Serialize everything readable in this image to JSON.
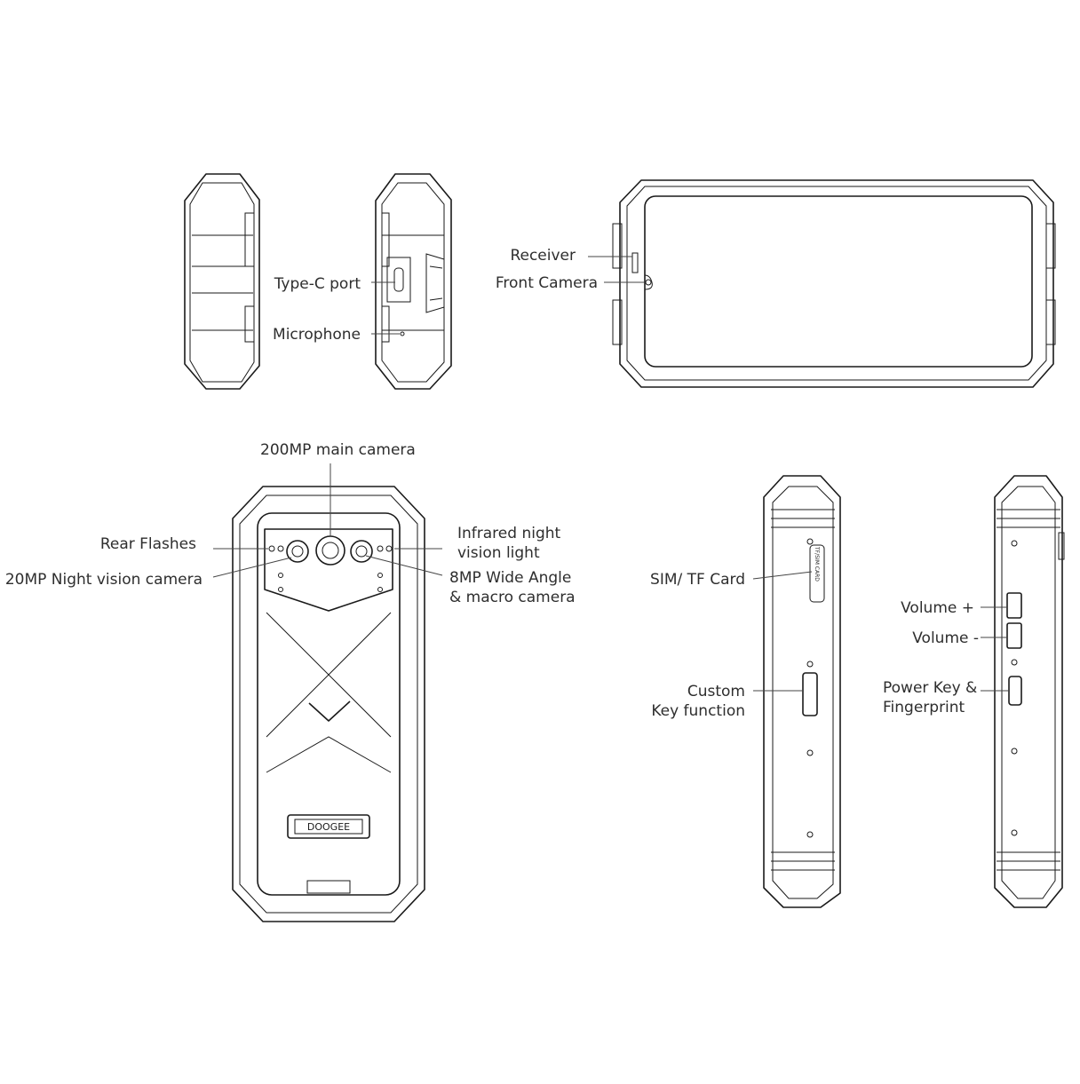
{
  "brand": {
    "logo_text": "DOOGEE",
    "sim_tray_text": "TF/SIM CARD"
  },
  "labels": {
    "type_c_port": "Type-C port",
    "microphone": "Microphone",
    "receiver": "Receiver",
    "front_camera": "Front Camera",
    "main_camera": "200MP main camera",
    "rear_flashes": "Rear Flashes",
    "night_vision_camera": "20MP Night vision camera",
    "infrared_line1": "Infrared night",
    "infrared_line2": "vision light",
    "wide_angle_line1": "8MP  Wide Angle",
    "wide_angle_line2": "& macro camera",
    "sim_tf_card": "SIM/ TF Card",
    "custom_key_line1": "Custom",
    "custom_key_line2": "Key function",
    "volume_up": "Volume +",
    "volume_down": "Volume -",
    "power_key_line1": "Power Key &",
    "power_key_line2": "Fingerprint"
  }
}
